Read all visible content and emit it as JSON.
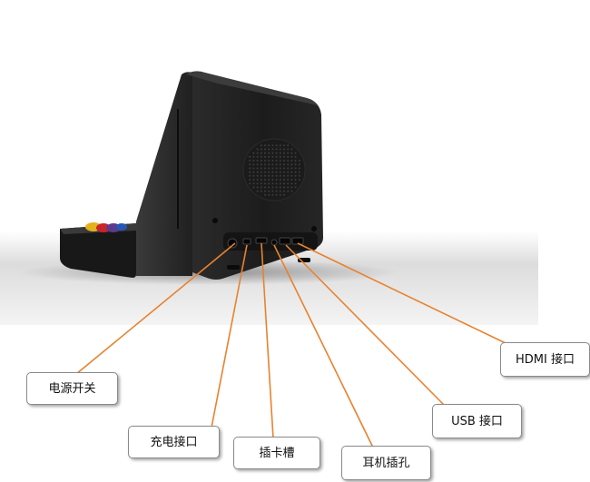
{
  "labels": {
    "power_switch": "电源开关",
    "charge_port": "充电接口",
    "card_slot": "插卡槽",
    "headphone_jack": "耳机插孔",
    "usb_port": "USB 接口",
    "hdmi_port": "HDMI 接口"
  },
  "colors": {
    "leader_line": "#e8822f",
    "device_body": "#1f1f1f",
    "callout_border": "#8a8a8a"
  }
}
